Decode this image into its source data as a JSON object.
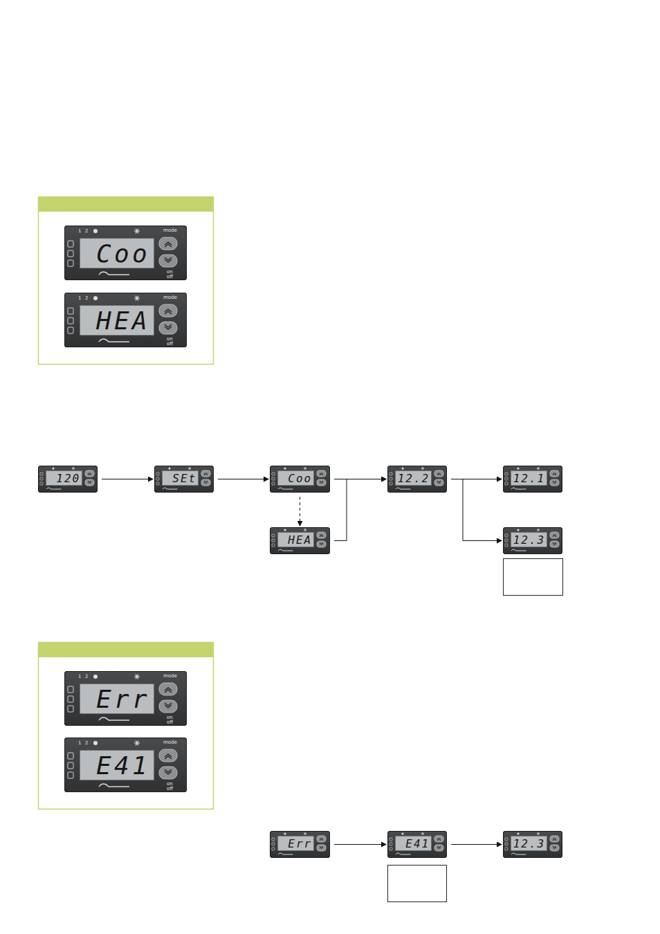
{
  "diagram": {
    "nodes": [
      {
        "text": [
          "Coo"
        ]
      },
      {
        "text": [
          "HEA"
        ]
      },
      {
        "text": [
          "120"
        ]
      },
      {
        "text": [
          "SEt"
        ]
      },
      {
        "text": [
          "Coo"
        ]
      },
      {
        "text": [
          "HEA"
        ]
      },
      {
        "text": [
          "12.2"
        ]
      },
      {
        "text": [
          "12.1"
        ]
      },
      {
        "text": [
          "12.3"
        ]
      },
      {
        "text": [
          "Err"
        ]
      },
      {
        "text": [
          "E41"
        ]
      },
      {
        "text": [
          "Err"
        ]
      },
      {
        "text": [
          "E41"
        ]
      },
      {
        "text": [
          "12.3"
        ]
      }
    ],
    "edges": [
      {
        "from": 2,
        "to": 3,
        "arrow": "to"
      },
      {
        "from": 3,
        "to": 4,
        "arrow": "to"
      },
      {
        "from": 4,
        "to": 5,
        "arrow": "to"
      },
      {
        "from": 4,
        "to": 6,
        "arrow": "to"
      },
      {
        "from": 5,
        "to": 6,
        "arrow": "to"
      },
      {
        "from": 6,
        "to": 7,
        "arrow": "to"
      },
      {
        "from": 6,
        "to": 8,
        "arrow": "to"
      },
      {
        "from": 11,
        "to": 12,
        "arrow": "to"
      },
      {
        "from": 12,
        "to": 13,
        "arrow": "to"
      }
    ],
    "labels": [
      "1",
      "2",
      "mode",
      "on",
      "off",
      "1",
      "2",
      "mode",
      "on",
      "off",
      "1",
      "2",
      "mode",
      "on",
      "off",
      "1",
      "2",
      "mode",
      "on",
      "off"
    ]
  }
}
